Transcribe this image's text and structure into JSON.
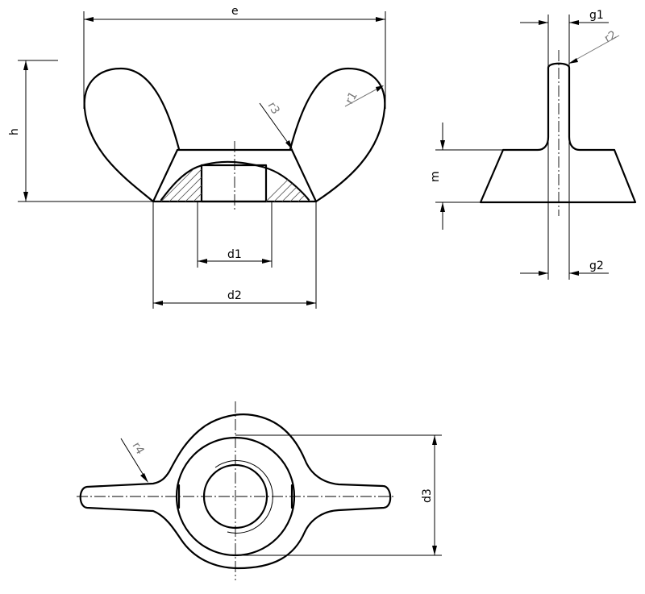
{
  "labels": {
    "e": "e",
    "h": "h",
    "r1": "r1",
    "r2": "r2",
    "r3": "r3",
    "r4": "r4",
    "d1": "d1",
    "d2": "d2",
    "d3": "d3",
    "m": "m",
    "g1": "g1",
    "g2": "g2"
  }
}
